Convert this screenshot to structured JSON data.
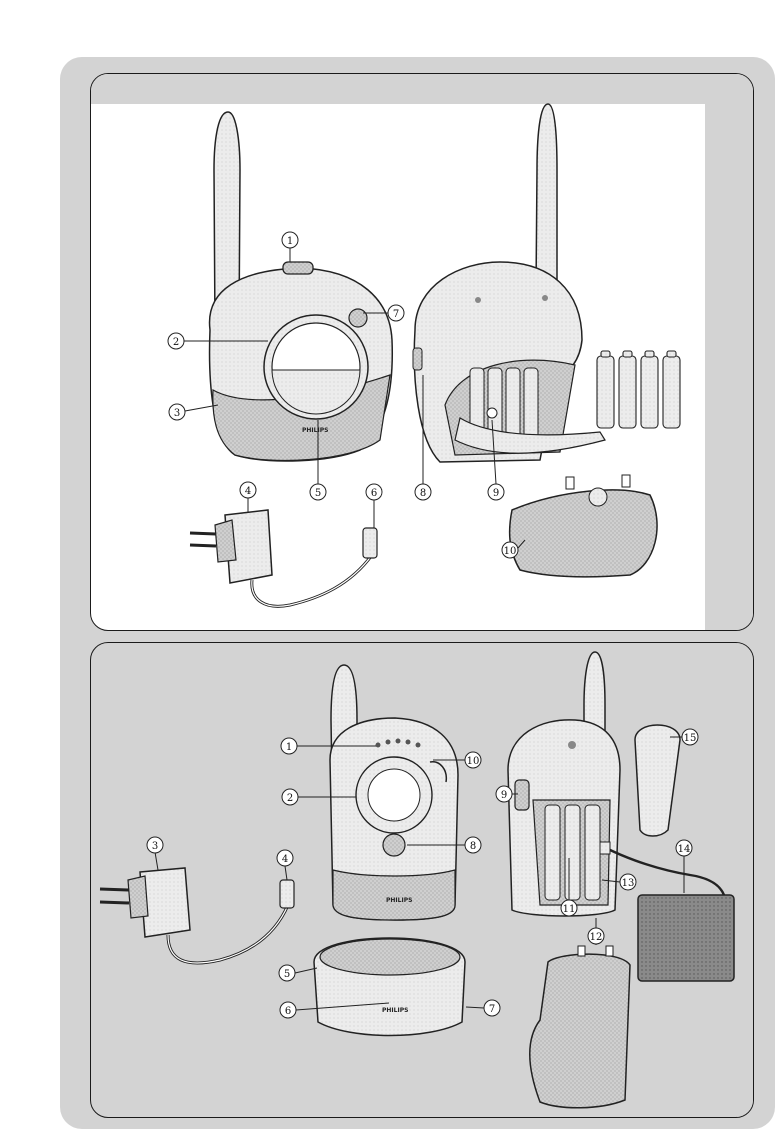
{
  "panels": [
    {
      "callouts": [
        "1",
        "2",
        "3",
        "4",
        "5",
        "6",
        "7",
        "8",
        "9",
        "10"
      ],
      "brand": "PHILIPS"
    },
    {
      "callouts": [
        "1",
        "2",
        "3",
        "4",
        "5",
        "6",
        "7",
        "8",
        "9",
        "10",
        "11",
        "12",
        "13",
        "14",
        "15"
      ],
      "brand": "PHILIPS"
    }
  ],
  "colors": {
    "frame": "#d3d3d3",
    "device_body": "#eeeeee",
    "device_shade": "#c9c9c9",
    "battery_pack": "#7a7a7a"
  }
}
